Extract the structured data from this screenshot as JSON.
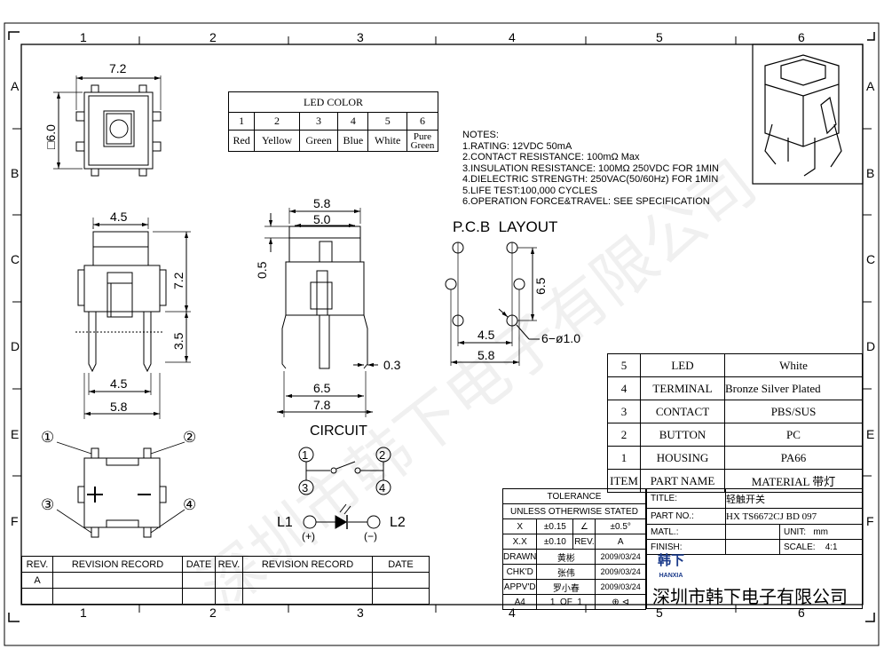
{
  "grid": {
    "columns": [
      "1",
      "2",
      "3",
      "4",
      "5",
      "6"
    ],
    "rows": [
      "A",
      "B",
      "C",
      "D",
      "E",
      "F"
    ]
  },
  "watermark": "深圳市韩下电子有限公司",
  "top_view": {
    "width_label": "7.2",
    "height_label": "□6.0"
  },
  "led_color": {
    "title": "LED COLOR",
    "numbers": [
      "1",
      "2",
      "3",
      "4",
      "5",
      "6"
    ],
    "colors": [
      "Red",
      "Yellow",
      "Green",
      "Blue",
      "White",
      "Pure Green"
    ]
  },
  "notes": {
    "title": "NOTES:",
    "lines": [
      "1.RATING: 12VDC  50mA",
      "2.CONTACT RESISTANCE: 100mΩ Max",
      "3.INSULATION RESISTANCE: 100MΩ 250VDC FOR 1MIN",
      "4.DIELECTRIC STRENGTH: 250VAC(50/60Hz) FOR 1MIN",
      "5.LIFE TEST:100,000 CYCLES",
      "6.OPERATION FORCE&TRAVEL: SEE SPECIFICATION"
    ]
  },
  "front_view": {
    "dims": [
      "4.5",
      "7.2",
      "3.5",
      "4.5",
      "5.8"
    ]
  },
  "side_view": {
    "dims": [
      "5.8",
      "5.0",
      "0.5",
      "0.3",
      "6.5",
      "7.8"
    ]
  },
  "pcb_layout": {
    "title": "P.C.B  LAYOUT",
    "dims": [
      "6.5",
      "4.5",
      "5.8"
    ],
    "hole_label": "6−ø1.0"
  },
  "circuit": {
    "title": "CIRCUIT",
    "pins": [
      "1",
      "2",
      "3",
      "4"
    ],
    "led_left": "L1",
    "led_right": "L2",
    "plus": "(+)",
    "minus": "(−)"
  },
  "bottom_view": {
    "pins": [
      "①",
      "②",
      "③",
      "④"
    ]
  },
  "parts_table": {
    "rows": [
      {
        "item": "5",
        "name": "LED",
        "material": "White"
      },
      {
        "item": "4",
        "name": "TERMINAL",
        "material": "Bronze Silver Plated"
      },
      {
        "item": "3",
        "name": "CONTACT",
        "material": "PBS/SUS"
      },
      {
        "item": "2",
        "name": "BUTTON",
        "material": "PC"
      },
      {
        "item": "1",
        "name": "HOUSING",
        "material": "PA66"
      }
    ],
    "header": {
      "item": "ITEM",
      "name": "PART NAME",
      "material": "MATERIAL 带灯"
    }
  },
  "tolerance": {
    "title": "TOLERANCE",
    "subtitle": "UNLESS OTHERWISE STATED",
    "x_label": "X",
    "x_value": "±0.15",
    "angle_value": "±0.5°",
    "xx_label": "X.X",
    "xx_value": "±0.10",
    "rev_label": "REV.",
    "rev_value": "A"
  },
  "signatures": {
    "drawn_label": "DRAWN",
    "drawn_name": "黄彬",
    "drawn_date": "2009/03/24",
    "chkd_label": "CHK'D",
    "chkd_name": "张伟",
    "chkd_date": "2009/03/24",
    "apprvd_label": "APPV'D",
    "apprvd_name": "罗小春",
    "apprvd_date": "2009/03/24",
    "sheet_size": "A4",
    "sheet_count": "1  OF  1"
  },
  "title_block": {
    "title_label": "TITLE:",
    "title_value": "轻触开关",
    "part_label": "PART NO.:",
    "part_value": "HX TS6672CJ BD 097",
    "matl_label": "MATL.:",
    "unit_label": "UNIT:",
    "unit_value": "mm",
    "finish_label": "FINISH:",
    "scale_label": "SCALE:",
    "scale_value": "4:1",
    "company": "深圳市韩下电子有限公司",
    "logo_text": "韩下",
    "logo_sub": "HANXIA"
  },
  "revision": {
    "headers": [
      "REV.",
      "REVISION RECORD",
      "DATE",
      "REV.",
      "REVISION RECORD",
      "DATE"
    ],
    "first_rev": "A"
  }
}
